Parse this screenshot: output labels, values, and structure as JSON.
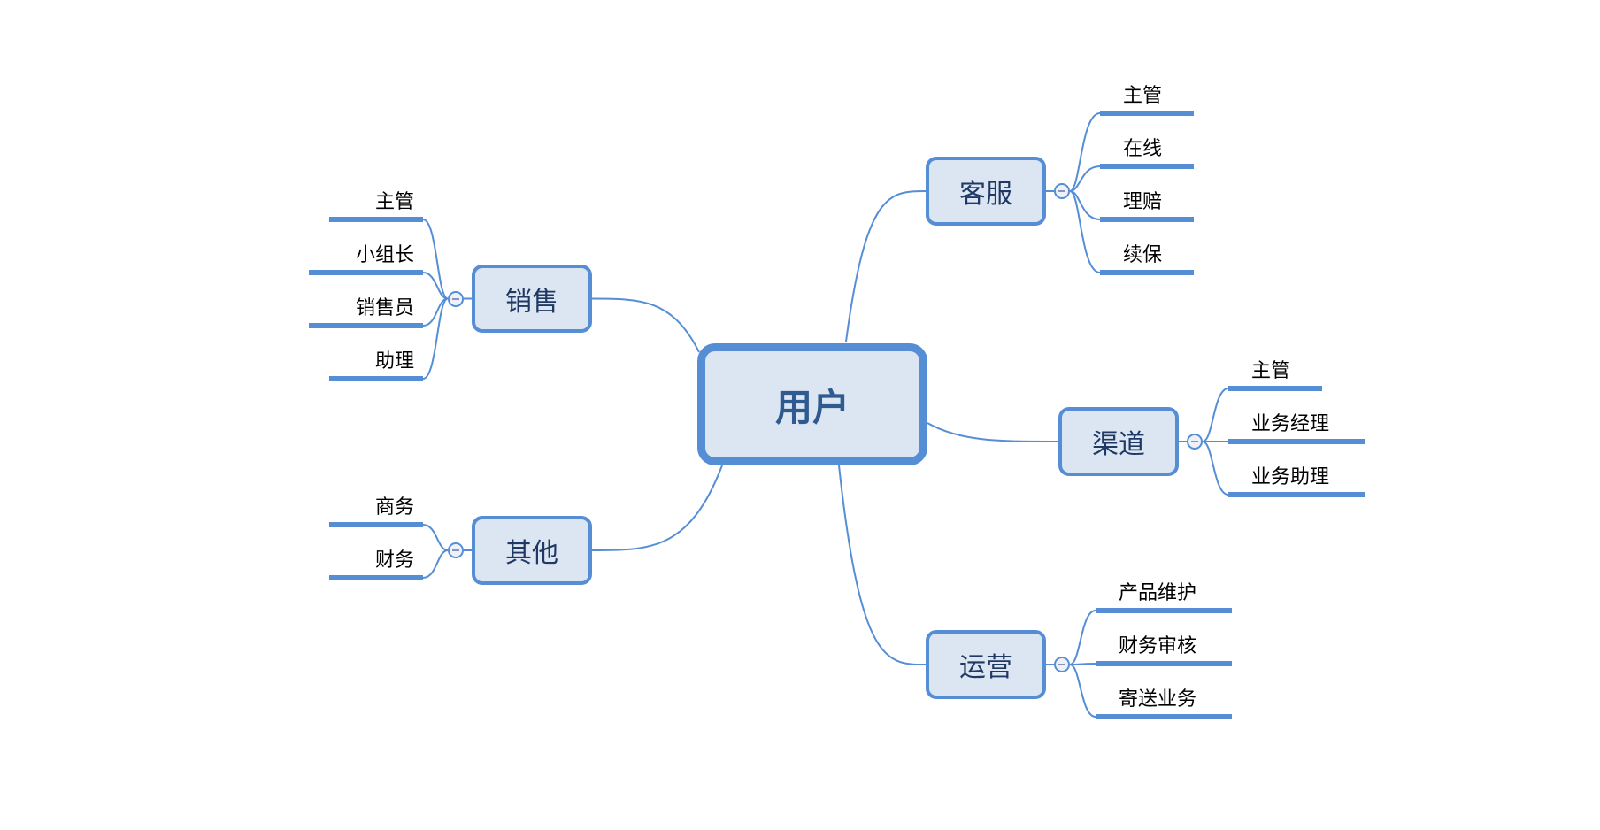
{
  "mindmap": {
    "root": "用户",
    "colors": {
      "line": "#558ed5",
      "node_fill": "#dce6f2",
      "text_dark": "#1f3864"
    },
    "branches": [
      {
        "id": "kefu",
        "label": "客服",
        "side": "right",
        "children": [
          "主管",
          "在线",
          "理赔",
          "续保"
        ]
      },
      {
        "id": "xiaoshou",
        "label": "销售",
        "side": "left",
        "children": [
          "主管",
          "小组长",
          "销售员",
          "助理"
        ]
      },
      {
        "id": "qudao",
        "label": "渠道",
        "side": "right",
        "children": [
          "主管",
          "业务经理",
          "业务助理"
        ]
      },
      {
        "id": "qita",
        "label": "其他",
        "side": "left",
        "children": [
          "商务",
          "财务"
        ]
      },
      {
        "id": "yunying",
        "label": "运营",
        "side": "right",
        "children": [
          "产品维护",
          "财务审核",
          "寄送业务"
        ]
      }
    ],
    "toggle_icon": "collapse-minus-icon"
  }
}
